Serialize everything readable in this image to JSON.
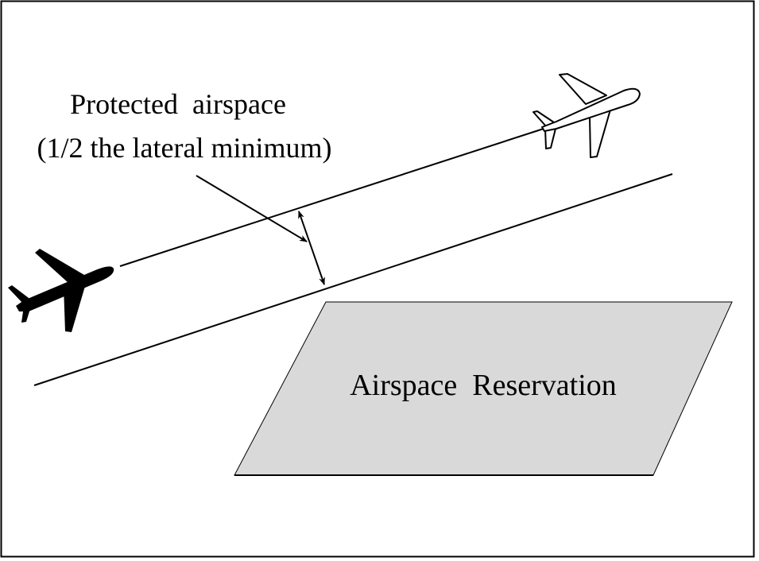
{
  "diagram": {
    "title": "Protected airspace diagram",
    "labels": {
      "protected_line1": "Protected  airspace",
      "protected_line2": "(1/2 the lateral minimum)",
      "reservation": "Airspace  Reservation"
    },
    "icons": {
      "aircraft_filled": "airplane-silhouette-icon",
      "aircraft_outline": "airplane-outline-icon"
    },
    "colors": {
      "reservation_fill": "#d9d9d9",
      "stroke": "#000000",
      "background": "#ffffff"
    }
  }
}
